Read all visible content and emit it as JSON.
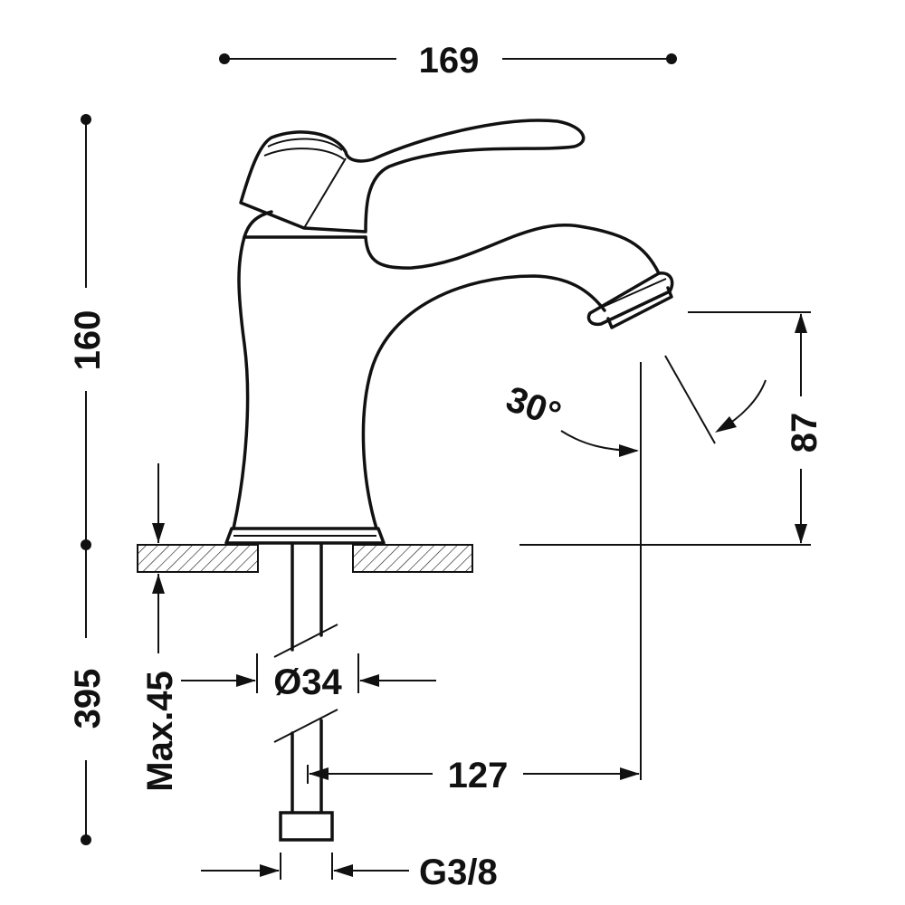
{
  "diagram": {
    "dimensions": {
      "overall_width": "169",
      "overall_height": "160",
      "below_counter": "395",
      "spout_height": "87",
      "spray_angle": "30°",
      "tail_diameter": "Ø34",
      "max_counter_thickness": "Max.45",
      "spout_reach": "127",
      "thread": "G3/8"
    },
    "colors": {
      "line": "#111111",
      "background": "#ffffff"
    }
  }
}
